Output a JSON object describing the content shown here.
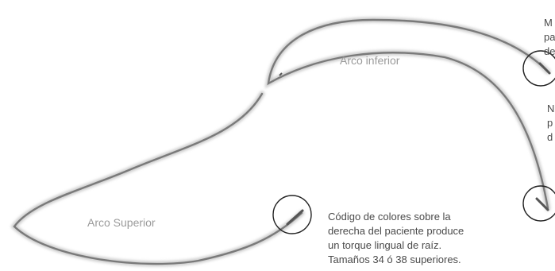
{
  "labels": {
    "upper_arch": "Arco Superior",
    "lower_arch": "Arco inferior"
  },
  "notes": {
    "main": [
      "Código de colores sobre la",
      "derecha del paciente produce",
      "un torque lingual de raíz.",
      "Tamaños 34 ó 38 superiores."
    ],
    "top_right_partial": [
      "M",
      "pa",
      "de"
    ],
    "mid_right_partial": [
      "N",
      "p",
      "d"
    ]
  },
  "colors": {
    "wire": "#7a7a7a",
    "wire_shadow": "#c8c8c8",
    "circle": "#222222",
    "text": "#4a4a4a",
    "label": "#9a9a9a"
  }
}
